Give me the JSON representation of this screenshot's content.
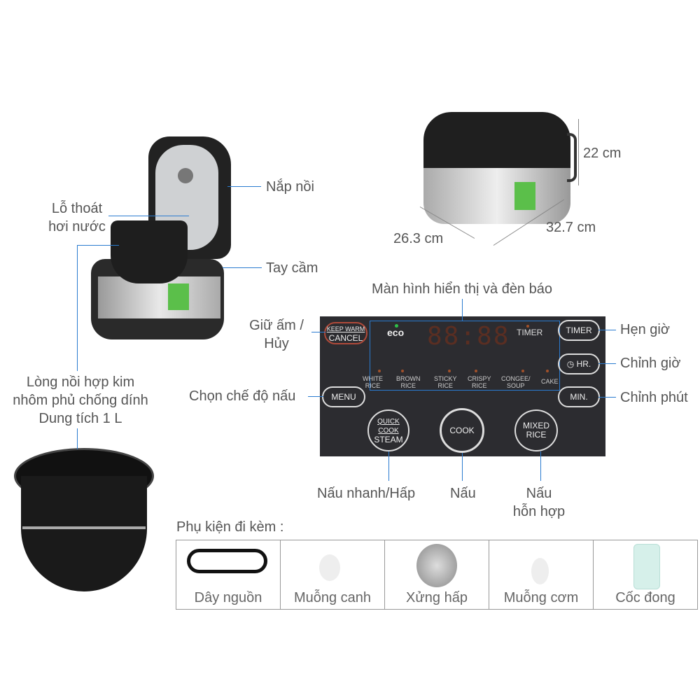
{
  "labels": {
    "lid": "Nắp nồi",
    "steam_vent": [
      "Lỗ thoát",
      "hơi nước"
    ],
    "handle": "Tay cầm",
    "inner_pot": [
      "Lòng nồi hợp kim",
      "nhôm phủ chống dính",
      "Dung tích 1 L"
    ],
    "display": "Màn hình hiển thị và đèn báo",
    "keep_warm": [
      "Giữ ấm /",
      "Hủy"
    ],
    "menu": "Chọn chế độ nấu",
    "timer": "Hẹn giờ",
    "hour": "Chỉnh giờ",
    "minute": "Chỉnh phút",
    "quick_cook": "Nấu nhanh/Hấp",
    "cook": "Nấu",
    "mixed": [
      "Nấu",
      "hỗn hợp"
    ]
  },
  "dimensions": {
    "height": "22 cm",
    "depth": "26.3 cm",
    "width": "32.7 cm"
  },
  "panel": {
    "keep_warm": "KEEP WARM",
    "cancel": "CANCEL",
    "eco": "eco",
    "digits": "88:88",
    "timer_ind": "TIMER",
    "timer_btn": "TIMER",
    "hr_btn": "HR.",
    "min_btn": "MIN.",
    "menu_btn": "MENU",
    "quick_cook": "QUICK COOK",
    "steam": "STEAM",
    "cook": "COOK",
    "mixed": [
      "MIXED",
      "RICE"
    ],
    "modes": [
      [
        "WHITE",
        "RICE"
      ],
      [
        "BROWN",
        "RICE"
      ],
      [
        "STICKY",
        "RICE"
      ],
      [
        "CRISPY",
        "RICE"
      ],
      [
        "CONGEE/",
        "SOUP"
      ],
      [
        "CAKE",
        ""
      ]
    ]
  },
  "accessories": {
    "title": "Phụ kiện đi kèm :",
    "items": [
      "Dây nguồn",
      "Muỗng canh",
      "Xửng hấp",
      "Muỗng cơm",
      "Cốc đong"
    ]
  },
  "colors": {
    "callout": "#2a7bd0",
    "panel": "#2c2c30",
    "led": "#a0502a",
    "eco_led": "#2ec04a"
  }
}
